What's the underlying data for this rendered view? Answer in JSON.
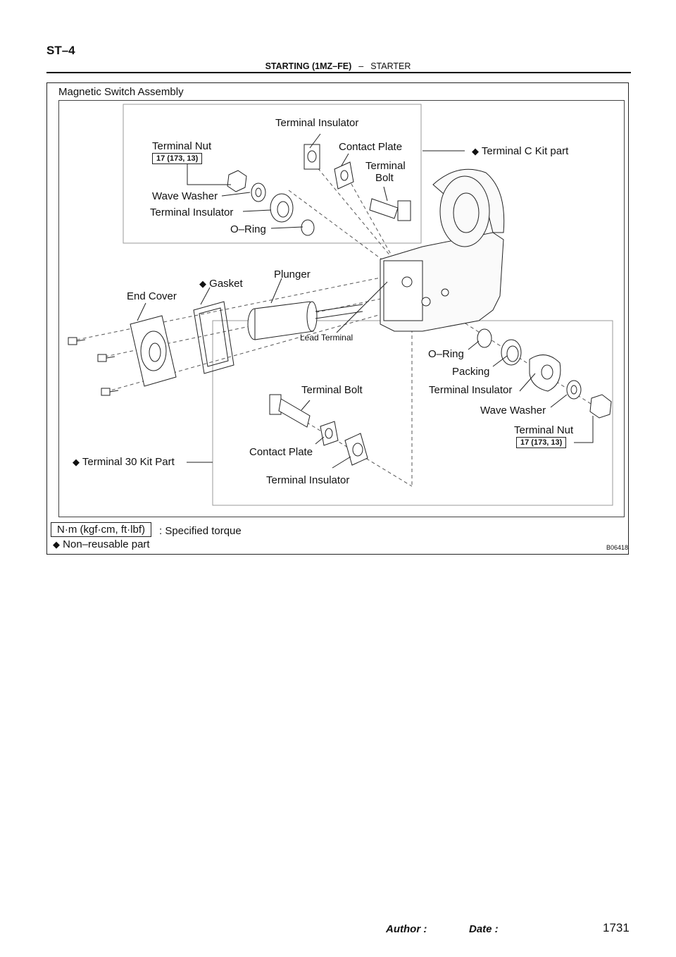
{
  "header": {
    "page_code": "ST–4",
    "title": "STARTING (1MZ–FE)",
    "separator": "–",
    "subtitle": "STARTER"
  },
  "figure": {
    "title": "Magnetic Switch Assembly",
    "code": "B06418",
    "labels": {
      "terminal_insulator_top": "Terminal Insulator",
      "terminal_nut_top": "Terminal Nut",
      "torque_top": "17 (173, 13)",
      "contact_plate_top": "Contact Plate",
      "terminal_c_kit": "Terminal C Kit  part",
      "terminal_bolt_top_1": "Terminal",
      "terminal_bolt_top_2": "Bolt",
      "wave_washer_top": "Wave Washer",
      "terminal_insulator_mid": "Terminal Insulator",
      "o_ring_top": "O–Ring",
      "plunger": "Plunger",
      "gasket": "Gasket",
      "end_cover": "End Cover",
      "lead_terminal": "Lead Terminal",
      "o_ring_right": "O–Ring",
      "packing": "Packing",
      "terminal_bolt_bottom": "Terminal Bolt",
      "terminal_insulator_right": "Terminal Insulator",
      "wave_washer_right": "Wave Washer",
      "terminal_nut_right": "Terminal Nut",
      "torque_right": "17 (173, 13)",
      "contact_plate_bottom": "Contact Plate",
      "terminal_30_kit": "Terminal 30 Kit Part",
      "terminal_insulator_bottom": "Terminal Insulator"
    },
    "legend": {
      "torque_units": "N·m (kgf·cm, ft·lbf)",
      "torque_desc": ": Specified torque",
      "non_reusable": "Non–reusable part"
    },
    "symbols": {
      "non_reusable_icon": "◆"
    }
  },
  "footer": {
    "author_label": "Author :",
    "date_label": "Date :",
    "page_number": "1731"
  }
}
